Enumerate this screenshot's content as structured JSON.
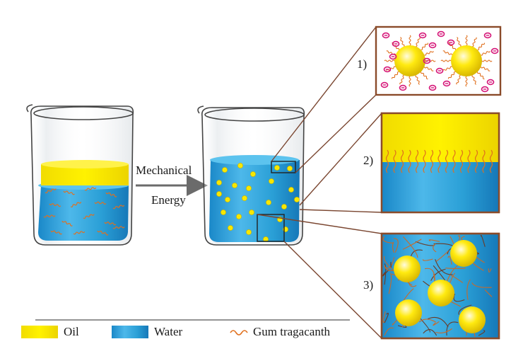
{
  "arrow": {
    "line1": "Mechanical",
    "line2": "Energy"
  },
  "panels": [
    {
      "label": "1)"
    },
    {
      "label": "2)"
    },
    {
      "label": "3)"
    }
  ],
  "legend": {
    "oil": "Oil",
    "water": "Water",
    "gum": "Gum tragacanth"
  },
  "colors": {
    "oil": "#f7e600",
    "water": "#2a9fd6",
    "gum": "#e0701e",
    "charge": "#d6197a",
    "frame": "#8a4b2a"
  }
}
